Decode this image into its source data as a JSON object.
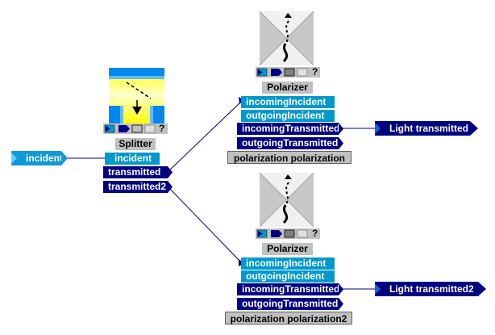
{
  "external": {
    "incident": "incident",
    "light_transmitted": "Light transmitted",
    "light_transmitted2": "Light transmitted2"
  },
  "splitter": {
    "label": "Splitter",
    "ports": {
      "incident": "incident",
      "transmitted": "transmitted",
      "transmitted2": "transmitted2"
    }
  },
  "polarizer1": {
    "label": "Polarizer",
    "ports": {
      "incomingIncident": "incomingIncident",
      "outgoingIncident": "outgoingIncident",
      "incomingTransmitted": "incomingTransmitted",
      "outgoingTransmitted": "outgoingTransmitted"
    },
    "param": "polarization polarization"
  },
  "polarizer2": {
    "label": "Polarizer",
    "ports": {
      "incomingIncident": "incomingIncident",
      "outgoingIncident": "outgoingIncident",
      "incomingTransmitted": "incomingTransmitted",
      "outgoingTransmitted": "outgoingTransmitted"
    },
    "param": "polarization polarization2"
  },
  "colors": {
    "port_in": "#0099cc",
    "port_out": "#000080",
    "wire": "#000080",
    "label_bg": "#c0c0c0"
  },
  "toolbar_help": "?"
}
